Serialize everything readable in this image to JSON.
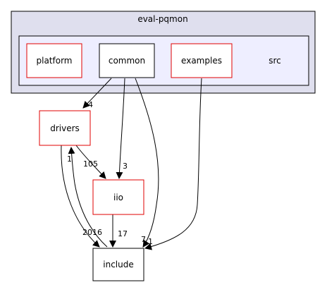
{
  "colors": {
    "outer_cluster_fill": "#dfdfee",
    "inner_cluster_fill": "#eeeeff",
    "red_border": "#e00000",
    "black": "#000000",
    "white": "#ffffff"
  },
  "clusters": {
    "outer_label": "eval-pqmon",
    "inner_label": "src"
  },
  "nodes": {
    "platform": "platform",
    "common": "common",
    "examples": "examples",
    "drivers": "drivers",
    "iio": "iio",
    "include": "include"
  },
  "edges": {
    "common_to_drivers": "4",
    "common_to_iio": "3",
    "common_to_include": "7",
    "examples_to_include": "1",
    "drivers_to_iio": "105",
    "drivers_to_include": "2016",
    "iio_to_drivers": "1",
    "iio_to_include": "17"
  }
}
